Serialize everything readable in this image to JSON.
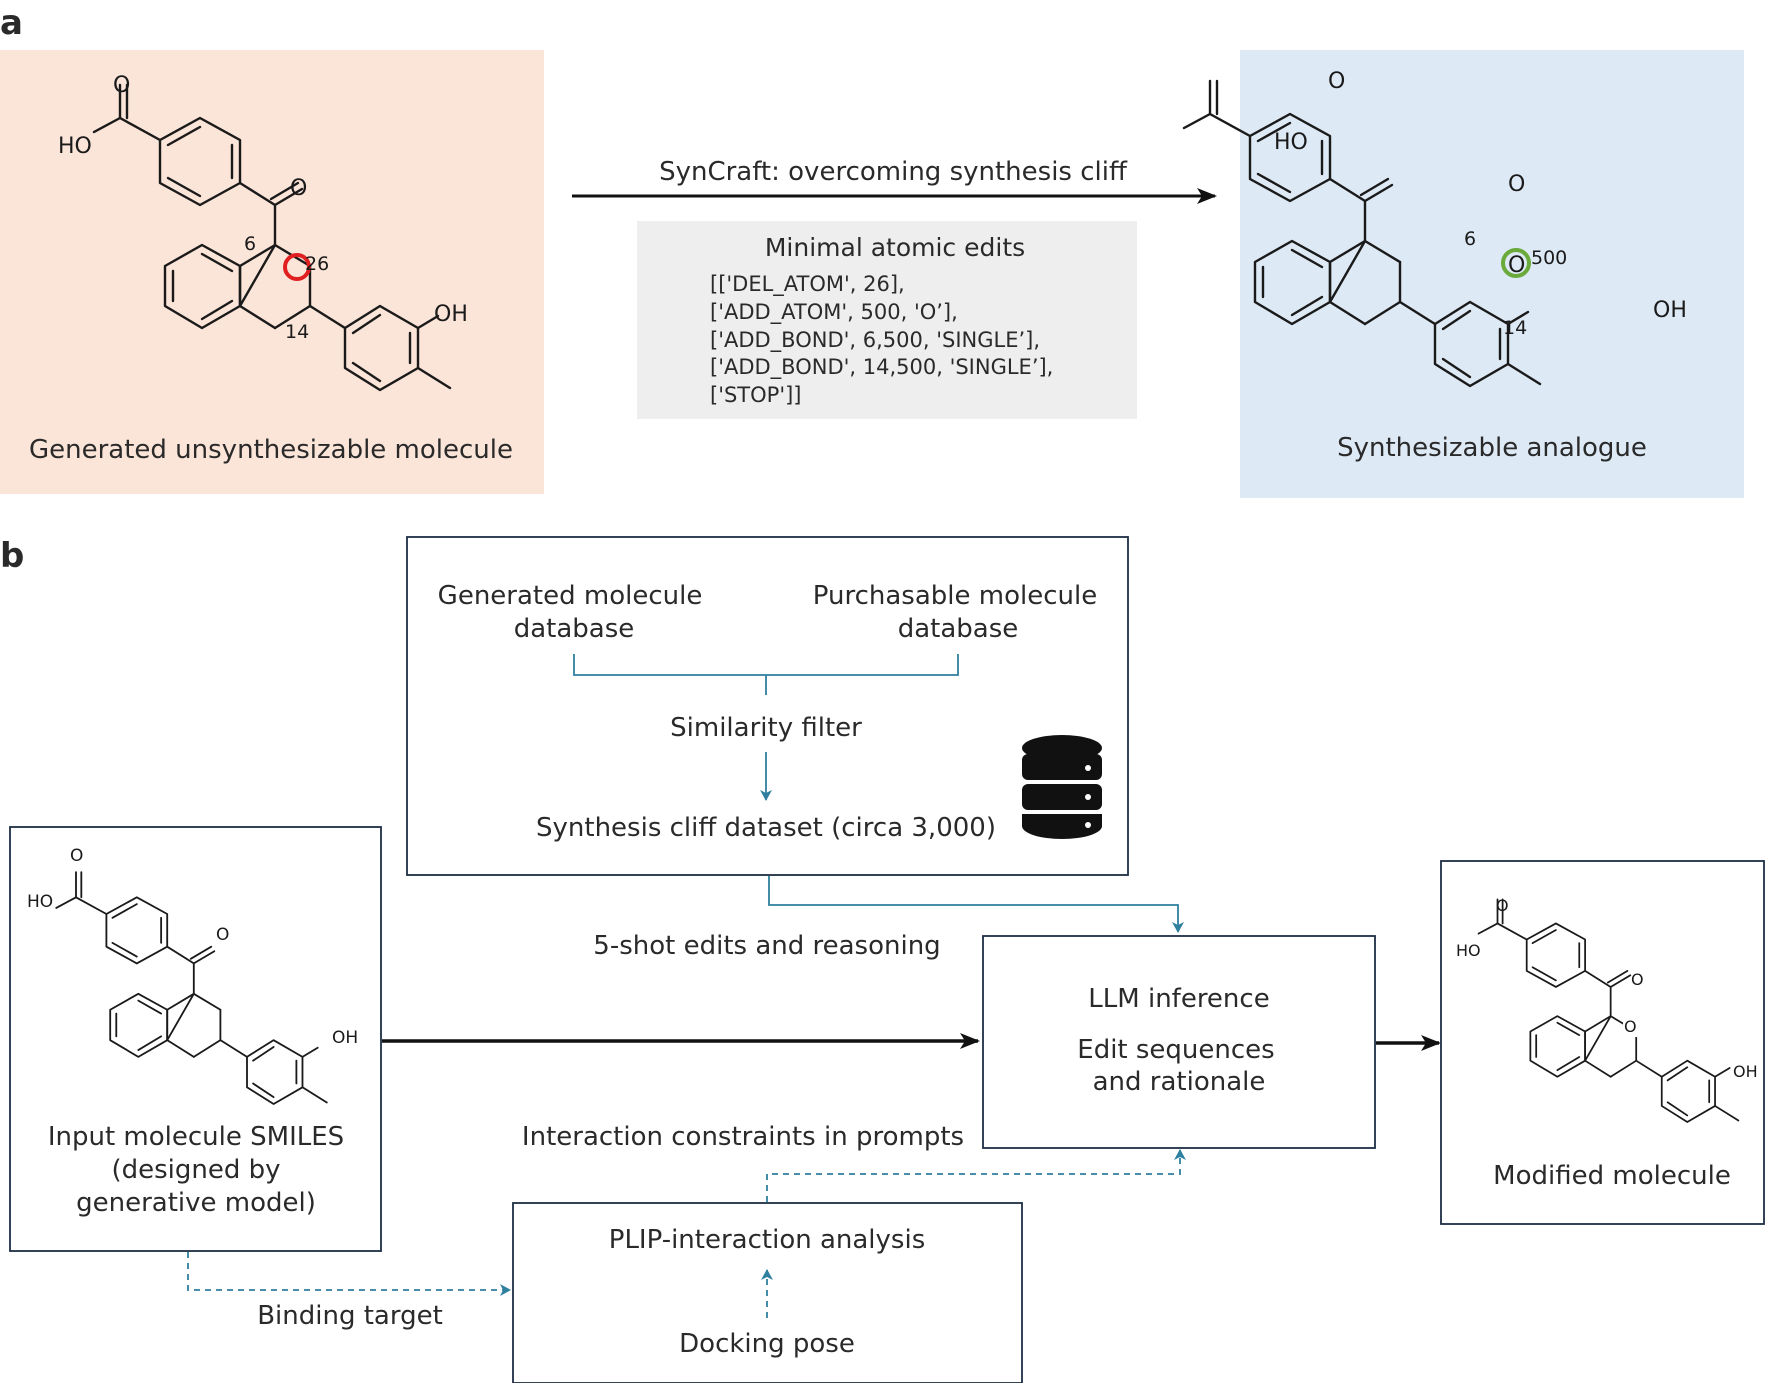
{
  "panel_a": {
    "label": "a",
    "left_caption": "Generated unsynthesizable molecule",
    "arrow_title": "SynCraft: overcoming synthesis cliff",
    "edits_title": "Minimal atomic edits",
    "edits_lines": [
      "[['DEL_ATOM', 26],",
      "['ADD_ATOM', 500, 'O’],",
      "['ADD_BOND', 6,500, 'SINGLE’],",
      "['ADD_BOND', 14,500, 'SINGLE’],",
      "['STOP']]"
    ],
    "right_caption": "Synthesizable analogue",
    "left_panel_color": "#fbe4d8",
    "right_panel_color": "#dde9f5",
    "highlight_delete_color": "#e02020",
    "highlight_add_color": "#6aaa3a"
  },
  "molecule_labels": {
    "carbonyl_o": "O",
    "hydroxy": "HO",
    "phenol": "OH",
    "ring_o": "O",
    "atom_6": "6",
    "atom_26": "26",
    "atom_14": "14",
    "atom_500": "500"
  },
  "panel_b": {
    "label": "b",
    "gen_db": [
      "Generated molecule",
      "database"
    ],
    "purch_db": [
      "Purchasable molecule",
      "database"
    ],
    "similarity_filter": "Similarity filter",
    "cliff_dataset": "Synthesis cliff dataset (circa 3,000)",
    "input_caption": [
      "Input molecule SMILES",
      "(designed by",
      "generative model)"
    ],
    "five_shot": "5-shot edits and reasoning",
    "llm_title": "LLM inference",
    "llm_sub": [
      "Edit sequences",
      "and rationale"
    ],
    "interaction": "Interaction constraints in prompts",
    "plip": "PLIP-interaction analysis",
    "docking": "Docking pose",
    "binding_target": "Binding target",
    "modified_caption": "Modified molecule",
    "connector_color": "#2f7f9f",
    "box_border_color": "#1e2d45"
  }
}
